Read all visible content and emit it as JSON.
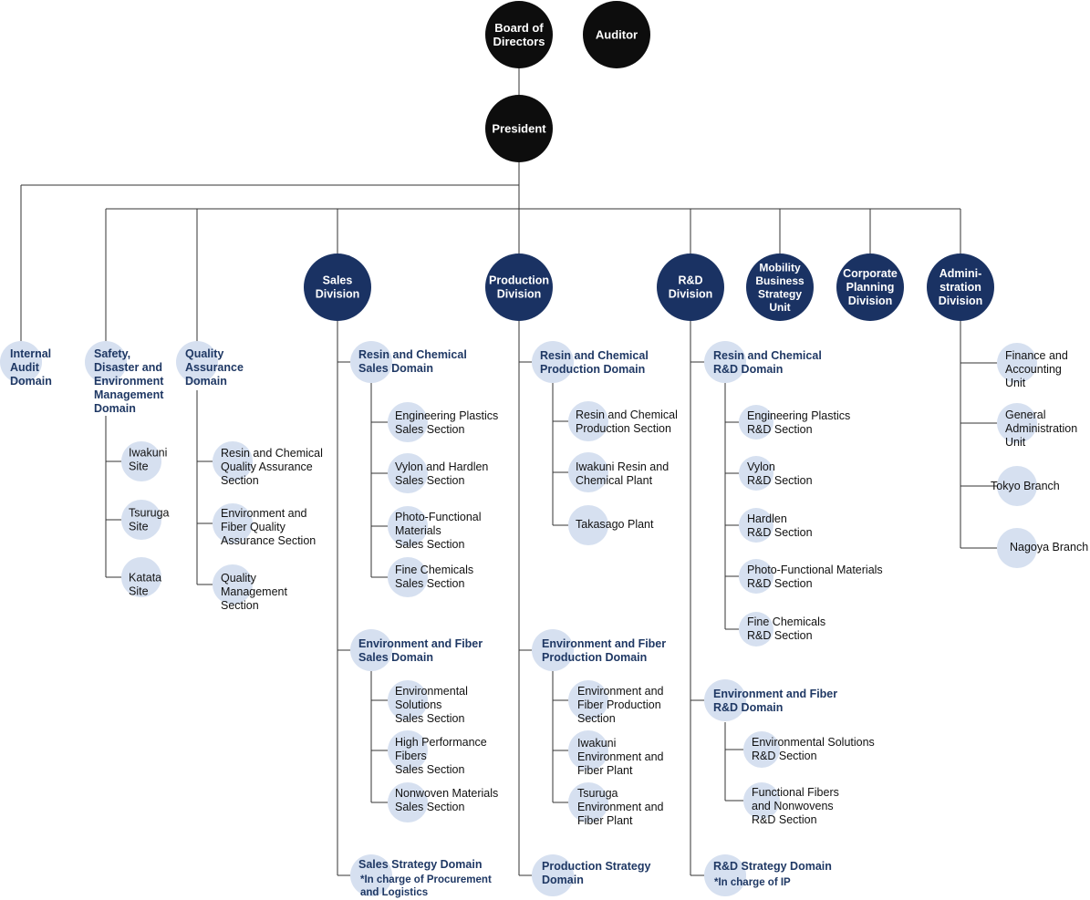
{
  "colors": {
    "line": "#333333",
    "top_circle": "#0d0d0d",
    "division_circle": "#1a3263",
    "light_circle": "#d6e0f0",
    "domain_text": "#1f3864",
    "section_text": "#111111"
  },
  "top": {
    "board": [
      "Board of",
      "Directors"
    ],
    "auditor": [
      "Auditor"
    ],
    "president": [
      "President"
    ]
  },
  "domains": {
    "internal_audit": [
      "Internal",
      "Audit",
      "Domain"
    ],
    "safety": [
      "Safety,",
      "Disaster and",
      "Environment",
      "Management",
      "Domain"
    ],
    "quality": [
      "Quality",
      "Assurance",
      "Domain"
    ]
  },
  "safety_sites": [
    [
      "Iwakuni",
      "Site"
    ],
    [
      "Tsuruga",
      "Site"
    ],
    [
      "Katata",
      "Site"
    ]
  ],
  "quality_sections": [
    [
      "Resin and Chemical",
      "Quality Assurance",
      "Section"
    ],
    [
      "Environment and",
      "Fiber Quality",
      "Assurance Section"
    ],
    [
      "Quality",
      "Management",
      "Section"
    ]
  ],
  "divisions": {
    "sales": [
      "Sales",
      "Division"
    ],
    "production": [
      "Production",
      "Division"
    ],
    "rd": [
      "R&D",
      "Division"
    ],
    "mobility": [
      "Mobility",
      "Business",
      "Strategy",
      "Unit"
    ],
    "corporate": [
      "Corporate",
      "Planning",
      "Division"
    ],
    "admin": [
      "Admini-",
      "stration",
      "Division"
    ]
  },
  "sales": {
    "resin_domain": [
      "Resin and Chemical",
      "Sales Domain"
    ],
    "resin_sections": [
      [
        "Engineering Plastics",
        "Sales Section"
      ],
      [
        "Vylon and Hardlen",
        "Sales Section"
      ],
      [
        "Photo-Functional",
        "Materials",
        "Sales Section"
      ],
      [
        "Fine Chemicals",
        "Sales Section"
      ]
    ],
    "env_domain": [
      "Environment and Fiber",
      "Sales Domain"
    ],
    "env_sections": [
      [
        "Environmental",
        "Solutions",
        "Sales Section"
      ],
      [
        "High Performance",
        "Fibers",
        "Sales Section"
      ],
      [
        "Nonwoven Materials",
        "Sales Section"
      ]
    ],
    "strategy_domain": [
      "Sales Strategy Domain"
    ],
    "strategy_note": [
      "*In charge of Procurement",
      "and Logistics"
    ]
  },
  "production": {
    "resin_domain": [
      "Resin and Chemical",
      "Production Domain"
    ],
    "resin_sections": [
      [
        "Resin and Chemical",
        "Production Section"
      ],
      [
        "Iwakuni Resin and",
        "Chemical Plant"
      ],
      [
        "Takasago Plant"
      ]
    ],
    "env_domain": [
      "Environment and Fiber",
      "Production Domain"
    ],
    "env_sections": [
      [
        "Environment and",
        "Fiber Production",
        "Section"
      ],
      [
        "Iwakuni",
        "Environment and",
        "Fiber Plant"
      ],
      [
        "Tsuruga",
        "Environment and",
        "Fiber Plant"
      ]
    ],
    "strategy_domain": [
      "Production Strategy",
      "Domain"
    ]
  },
  "rd": {
    "resin_domain": [
      "Resin and Chemical",
      "R&D Domain"
    ],
    "resin_sections": [
      [
        "Engineering Plastics",
        "R&D Section"
      ],
      [
        "Vylon",
        "R&D Section"
      ],
      [
        "Hardlen",
        "R&D Section"
      ],
      [
        "Photo-Functional Materials",
        "R&D Section"
      ],
      [
        "Fine Chemicals",
        "R&D Section"
      ]
    ],
    "env_domain": [
      "Environment and Fiber",
      "R&D Domain"
    ],
    "env_sections": [
      [
        "Environmental Solutions",
        "R&D Section"
      ],
      [
        "Functional Fibers",
        "and Nonwovens",
        "R&D Section"
      ]
    ],
    "strategy_domain": [
      "R&D Strategy Domain"
    ],
    "strategy_note": [
      "*In charge of IP"
    ]
  },
  "admin": {
    "units": [
      [
        "Finance and",
        "Accounting",
        "Unit"
      ],
      [
        "General",
        "Administration",
        "Unit"
      ],
      [
        "Tokyo Branch"
      ],
      [
        "Nagoya Branch"
      ]
    ]
  }
}
